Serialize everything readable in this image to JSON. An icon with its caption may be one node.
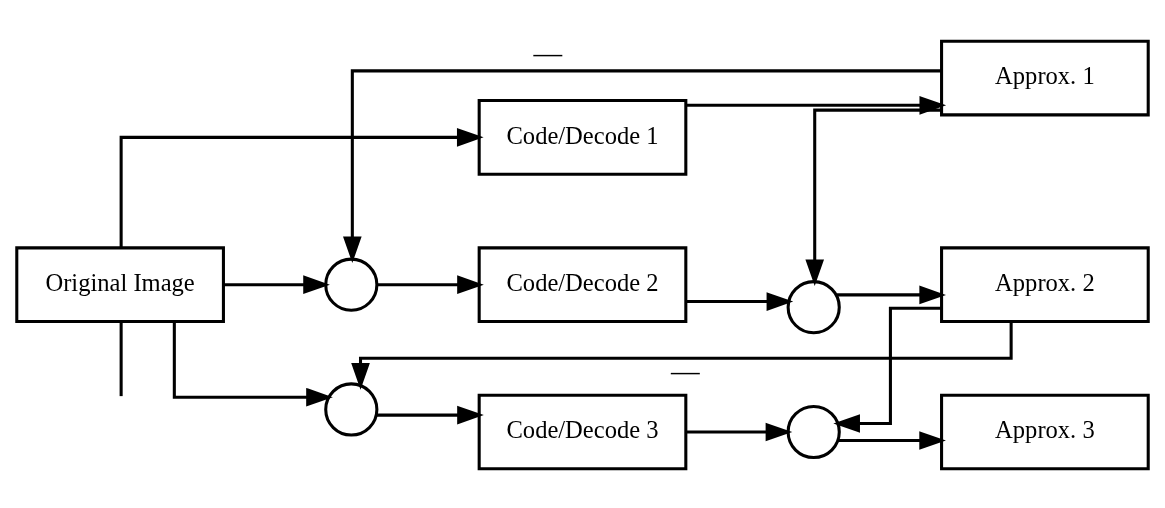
{
  "diagram": {
    "nodes": [
      {
        "text": [
          "Original Image"
        ]
      },
      {
        "text": [
          "Code/Decode 1"
        ]
      },
      {
        "text": [
          "Approx. 1"
        ]
      },
      {
        "text": [],
        "shape": "circle"
      },
      {
        "text": [
          "Code/Decode 2"
        ]
      },
      {
        "text": [],
        "shape": "circle"
      },
      {
        "text": [
          "Approx. 2"
        ]
      },
      {
        "text": [],
        "shape": "circle"
      },
      {
        "text": [
          "Code/Decode 3"
        ]
      },
      {
        "text": [],
        "shape": "circle"
      },
      {
        "text": [
          "Approx. 3"
        ]
      }
    ],
    "edges": [
      {
        "from": 0,
        "to": 1,
        "arrow": "to"
      },
      {
        "from": 1,
        "to": 2,
        "arrow": "to"
      },
      {
        "from": 2,
        "to": 3,
        "arrow": "to",
        "label": "—"
      },
      {
        "from": 2,
        "to": 5,
        "arrow": "to"
      },
      {
        "from": 0,
        "to": 3,
        "arrow": "to"
      },
      {
        "from": 3,
        "to": 4,
        "arrow": "to"
      },
      {
        "from": 4,
        "to": 5,
        "arrow": "to"
      },
      {
        "from": 5,
        "to": 6,
        "arrow": "to"
      },
      {
        "from": 6,
        "to": 7,
        "arrow": "to",
        "label": "—"
      },
      {
        "from": 6,
        "to": 9,
        "arrow": "to"
      },
      {
        "from": 0,
        "to": 7,
        "arrow": "to"
      },
      {
        "from": 7,
        "to": 8,
        "arrow": "to"
      },
      {
        "from": 8,
        "to": 9,
        "arrow": "to"
      },
      {
        "from": 9,
        "to": 10,
        "arrow": "to"
      },
      {
        "from": 0,
        "to": null,
        "arrow": "none"
      }
    ]
  }
}
